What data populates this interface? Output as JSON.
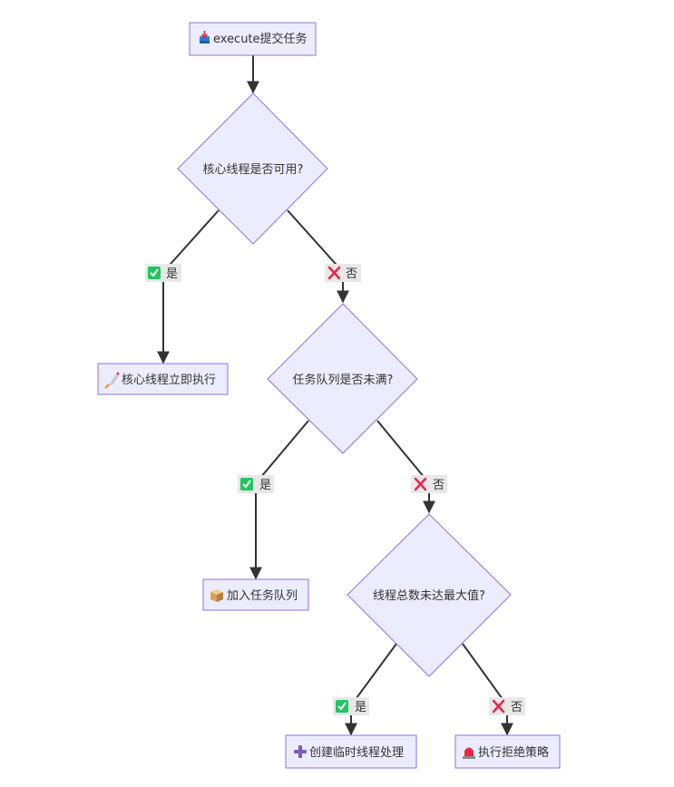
{
  "colors": {
    "node_fill": "#ECECFF",
    "node_stroke": "#9370DB",
    "edge": "#333333",
    "label_bg": "#E8E8E8",
    "text": "#333333",
    "check_green": "#22C55E",
    "cross_red": "#E8254D",
    "plus_purple": "#7C5CC4"
  },
  "nodes": {
    "start": {
      "text": "execute提交任务",
      "icon": "inbox-tray-icon"
    },
    "decision_core": {
      "text": "核心线程是否可用?"
    },
    "core_exec": {
      "text": "核心线程立即执行",
      "icon": "rocket-icon"
    },
    "decision_queue": {
      "text": "任务队列是否未满?"
    },
    "queue_add": {
      "text": "加入任务队列",
      "icon": "package-icon"
    },
    "decision_max": {
      "text": "线程总数未达最大值?"
    },
    "temp_thread": {
      "text": "创建临时线程处理",
      "icon": "plus-icon"
    },
    "reject": {
      "text": "执行拒绝策略",
      "icon": "siren-icon"
    }
  },
  "edges": {
    "core_yes": {
      "text": "是",
      "icon": "check-icon"
    },
    "core_no": {
      "text": "否",
      "icon": "cross-icon"
    },
    "queue_yes": {
      "text": "是",
      "icon": "check-icon"
    },
    "queue_no": {
      "text": "否",
      "icon": "cross-icon"
    },
    "max_yes": {
      "text": "是",
      "icon": "check-icon"
    },
    "max_no": {
      "text": "否",
      "icon": "cross-icon"
    }
  }
}
